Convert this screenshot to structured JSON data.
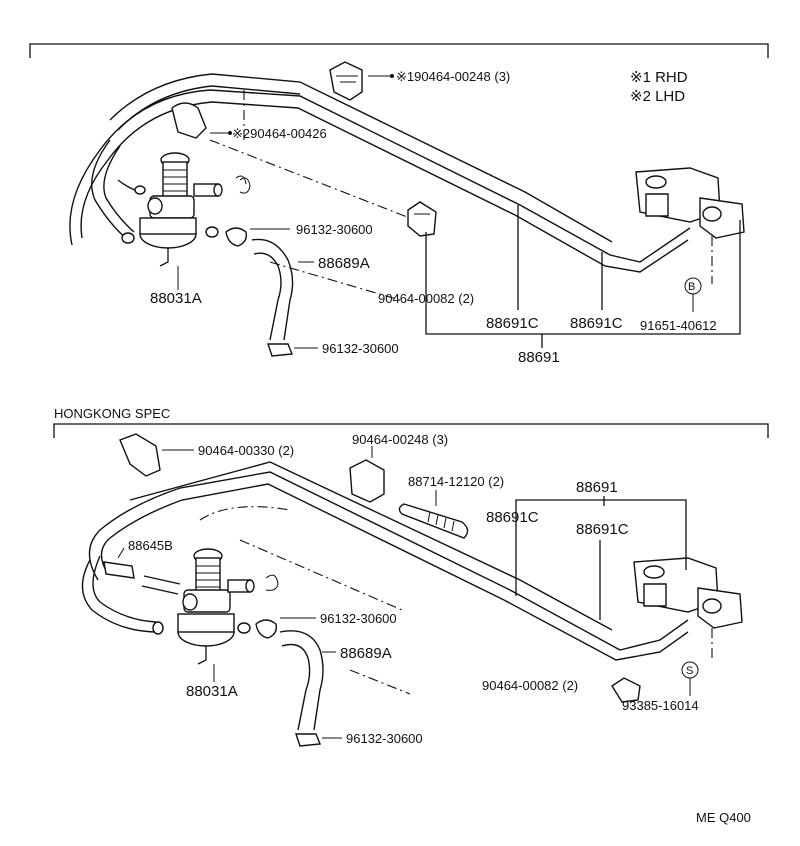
{
  "legend": {
    "line1": "※1  RHD",
    "line2": "※2  LHD"
  },
  "top": {
    "labels": {
      "clip1": "※190464-00248 (3)",
      "clip2": "※290464-00426",
      "clamp1": "96132-30600",
      "hose": "88689A",
      "clip3": "90464-00082 (2)",
      "valve": "88031A",
      "clamp2": "96132-30600",
      "tube1": "88691C",
      "tube2": "88691C",
      "bolt": "91651-40612",
      "assembly": "88691",
      "bolt_mark": "B"
    }
  },
  "bottom": {
    "section_title": "HONGKONG SPEC",
    "labels": {
      "clip1": "90464-00330 (2)",
      "clip2": "90464-00248 (3)",
      "sleeve": "88714-12120 (2)",
      "assembly": "88691",
      "tube1": "88691C",
      "tube2": "88691C",
      "hose_small": "88645B",
      "clamp1": "96132-30600",
      "hose": "88689A",
      "valve": "88031A",
      "clamp2": "96132-30600",
      "clip3": "90464-00082 (2)",
      "bolt": "93385-16014",
      "bolt_mark": "S"
    }
  },
  "footer": {
    "code": "ME Q400"
  }
}
